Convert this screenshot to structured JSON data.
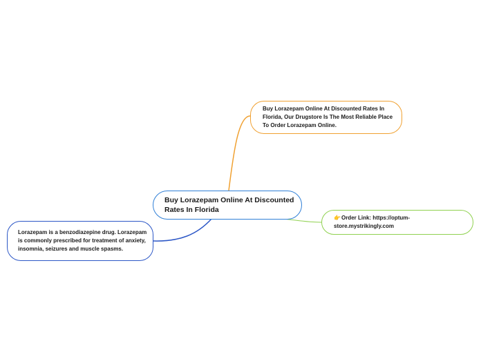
{
  "central": {
    "text": "Buy Lorazepam Online At Discounted Rates In Florida",
    "color": "#2f7fd6"
  },
  "branches": {
    "top": {
      "text": "Buy Lorazepam Online At Discounted Rates In Florida, Our Drugstore Is The Most Reliable Place To Order Lorazepam Online.",
      "color": "#f0a030"
    },
    "right": {
      "icon": "pointing-finger-icon",
      "emoji": "👉",
      "text": "Order Link: https://optum-store.mystrikingly.com",
      "color": "#8fd14f"
    },
    "left": {
      "text": "Lorazepam is a benzodiazepine drug. Lorazepam is commonly prescribed for treatment of anxiety, insomnia, seizures and muscle spasms.",
      "color": "#2b56c6"
    }
  }
}
